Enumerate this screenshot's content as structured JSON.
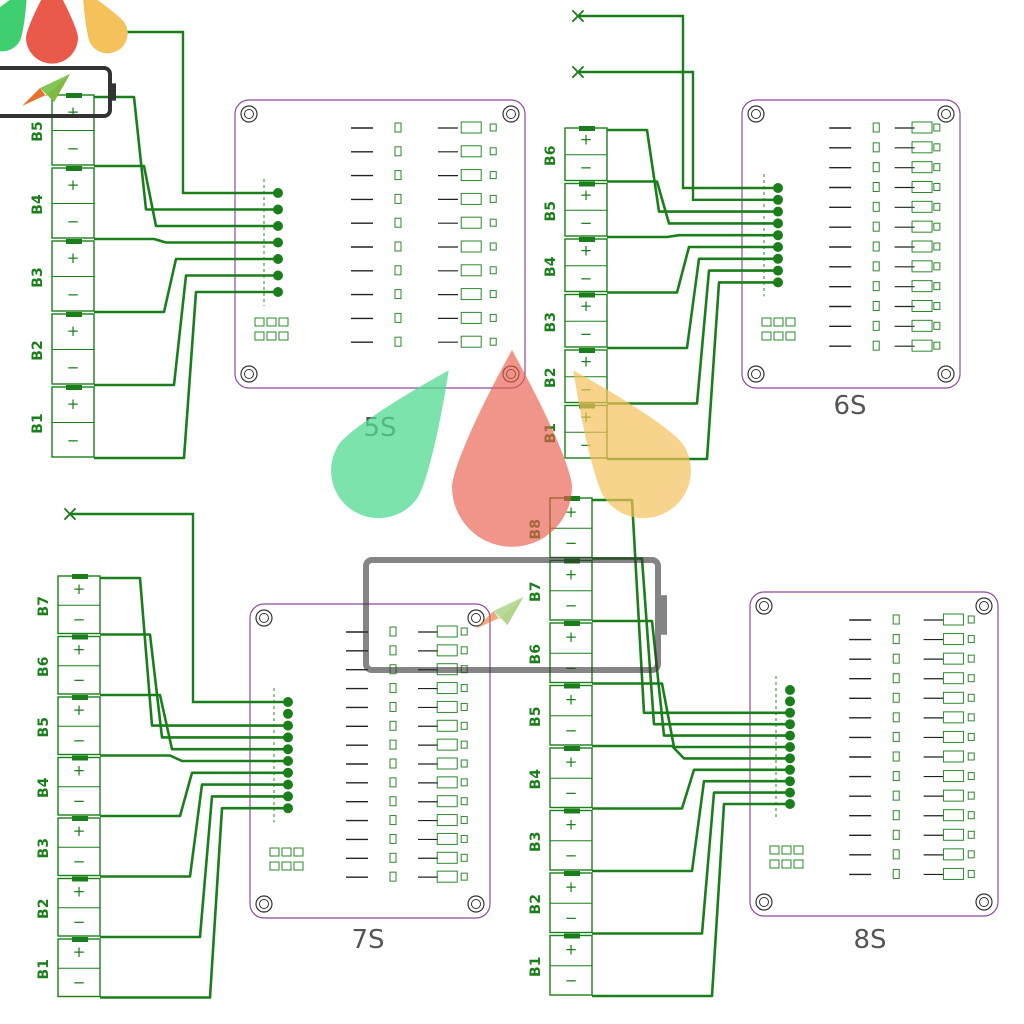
{
  "colors": {
    "wire": "#1a7f1a",
    "board": "#8e4a9e",
    "comp": "#2a8a2a",
    "title": "#555555",
    "logo_green": "#4fd98f",
    "logo_red": "#ea5a4a",
    "logo_yellow": "#f5c15a",
    "frame": "#333333"
  },
  "modules": [
    {
      "id": "5s",
      "title": "5S",
      "cells": [
        "B5",
        "B4",
        "B3",
        "B2",
        "B1"
      ],
      "cell_sign_top": "+",
      "cell_sign_bottom": "−",
      "unused_wire_marks": [
        "×"
      ]
    },
    {
      "id": "6s",
      "title": "6S",
      "cells": [
        "B6",
        "B5",
        "B4",
        "B3",
        "B2",
        "B1"
      ],
      "cell_sign_top": "+",
      "cell_sign_bottom": "−",
      "unused_wire_marks": [
        "×",
        "×"
      ]
    },
    {
      "id": "7s",
      "title": "7S",
      "cells": [
        "B7",
        "B6",
        "B5",
        "B4",
        "B3",
        "B2",
        "B1"
      ],
      "cell_sign_top": "+",
      "cell_sign_bottom": "−",
      "unused_wire_marks": [
        "×"
      ]
    },
    {
      "id": "8s",
      "title": "8S",
      "cells": [
        "B8",
        "B7",
        "B6",
        "B5",
        "B4",
        "B3",
        "B2",
        "B1"
      ],
      "cell_sign_top": "+",
      "cell_sign_bottom": "−",
      "unused_wire_marks": []
    }
  ],
  "icons": [
    "logo-drops-icon",
    "battery-bolt-icon"
  ]
}
